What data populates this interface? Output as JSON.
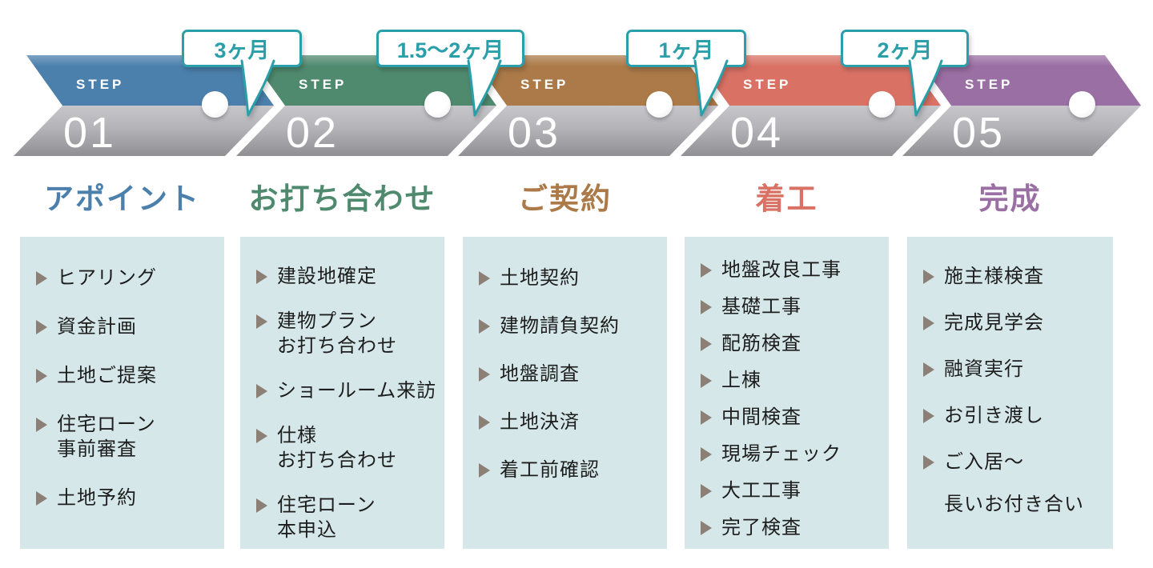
{
  "steps": [
    {
      "step_label": "STEP",
      "number": "01",
      "title": "アポイント",
      "color": "#4b80ad",
      "items": [
        {
          "lines": [
            "ヒアリング"
          ]
        },
        {
          "lines": [
            "資金計画"
          ]
        },
        {
          "lines": [
            "土地ご提案"
          ]
        },
        {
          "lines": [
            "住宅ローン",
            "事前審査"
          ]
        },
        {
          "lines": [
            "土地予約"
          ]
        }
      ]
    },
    {
      "step_label": "STEP",
      "number": "02",
      "title": "お打ち合わせ",
      "color": "#4f8a6f",
      "items": [
        {
          "lines": [
            "建設地確定"
          ]
        },
        {
          "lines": [
            "建物プラン",
            "お打ち合わせ"
          ]
        },
        {
          "lines": [
            "ショールーム来訪"
          ]
        },
        {
          "lines": [
            "仕様",
            "お打ち合わせ"
          ]
        },
        {
          "lines": [
            "住宅ローン",
            "本申込"
          ]
        }
      ]
    },
    {
      "step_label": "STEP",
      "number": "03",
      "title": "ご契約",
      "color": "#ab7a48",
      "items": [
        {
          "lines": [
            "土地契約"
          ]
        },
        {
          "lines": [
            "建物請負契約"
          ]
        },
        {
          "lines": [
            "地盤調査"
          ]
        },
        {
          "lines": [
            "土地決済"
          ]
        },
        {
          "lines": [
            "着工前確認"
          ]
        }
      ]
    },
    {
      "step_label": "STEP",
      "number": "04",
      "title": "着工",
      "color": "#d97265",
      "items": [
        {
          "lines": [
            "地盤改良工事"
          ]
        },
        {
          "lines": [
            "基礎工事"
          ]
        },
        {
          "lines": [
            "配筋検査"
          ]
        },
        {
          "lines": [
            "上棟"
          ]
        },
        {
          "lines": [
            "中間検査"
          ]
        },
        {
          "lines": [
            "現場チェック"
          ]
        },
        {
          "lines": [
            "大工工事"
          ]
        },
        {
          "lines": [
            "完了検査"
          ]
        }
      ]
    },
    {
      "step_label": "STEP",
      "number": "05",
      "title": "完成",
      "color": "#9a6fa3",
      "items": [
        {
          "lines": [
            "施主様検査"
          ]
        },
        {
          "lines": [
            "完成見学会"
          ]
        },
        {
          "lines": [
            "融資実行"
          ]
        },
        {
          "lines": [
            "お引き渡し"
          ]
        },
        {
          "lines": [
            "ご入居〜",
            "長いお付き合い"
          ],
          "spaced_second_line": true
        }
      ]
    }
  ],
  "durations": [
    {
      "label": "3ヶ月"
    },
    {
      "label": "1.5〜2ヶ月"
    },
    {
      "label": "1ヶ月"
    },
    {
      "label": "2ヶ月"
    }
  ],
  "colors": {
    "bubble_accent": "#2b9fa9",
    "card_background": "#d5e7e9",
    "bullet": "#8c8076",
    "band_gray_top": "#c7c7cb",
    "band_gray_bottom": "#8f8f94",
    "step_colors": [
      "#4b80ad",
      "#4f8a6f",
      "#ab7a48",
      "#d97265",
      "#9a6fa3"
    ]
  }
}
